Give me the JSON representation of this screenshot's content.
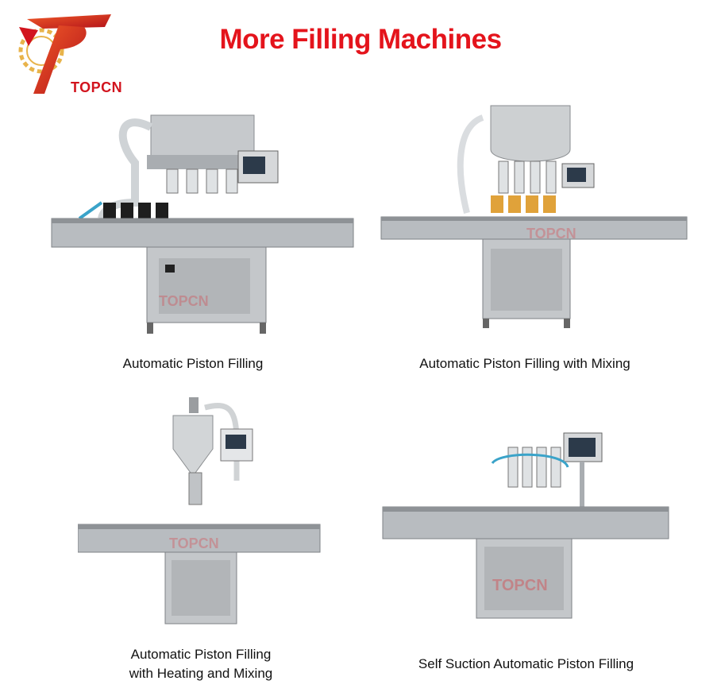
{
  "header": {
    "logo_text": "TOPCN",
    "title": "More Filling Machines"
  },
  "colors": {
    "brand_red": "#e4141c",
    "steel": "#b8bcc0",
    "background": "#ffffff"
  },
  "watermark": "TOPCN",
  "products": [
    {
      "caption_lines": [
        "Automatic Piston Filling"
      ]
    },
    {
      "caption_lines": [
        "Automatic Piston Filling with Mixing"
      ]
    },
    {
      "caption_lines": [
        "Automatic Piston Filling",
        "with Heating and Mixing"
      ]
    },
    {
      "caption_lines": [
        "Self Suction Automatic Piston Filling"
      ]
    }
  ]
}
